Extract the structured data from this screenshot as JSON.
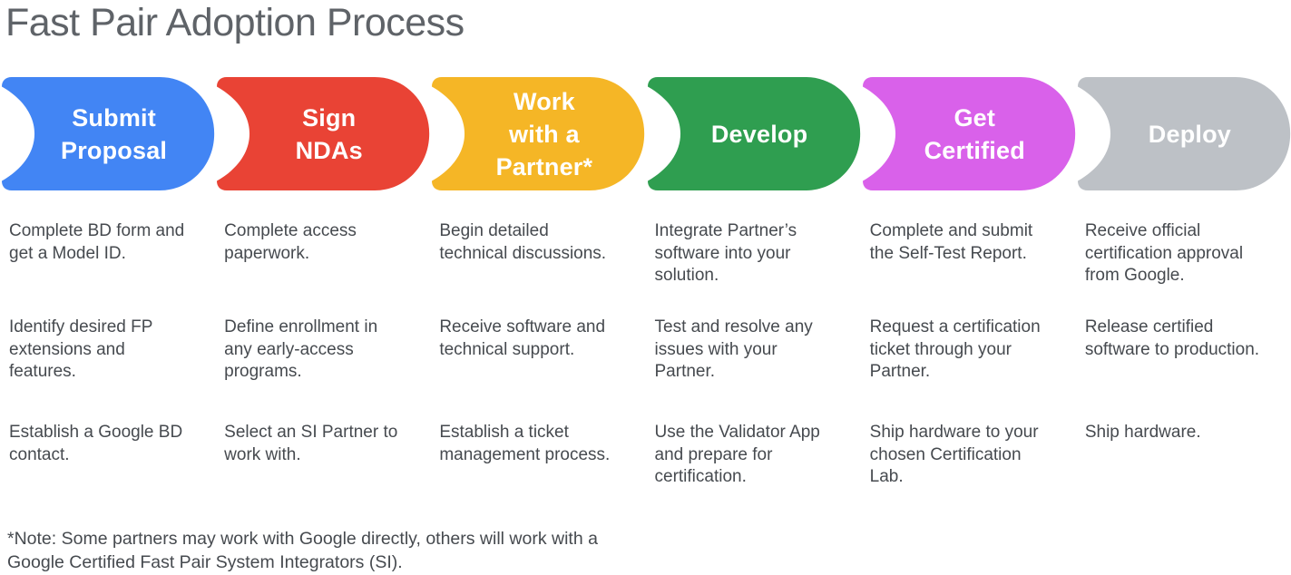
{
  "title": "Fast Pair Adoption Process",
  "stages": [
    {
      "label": "Submit Proposal",
      "label_lines": [
        "Submit",
        "Proposal"
      ],
      "color": "#4285F4",
      "items": [
        "Complete BD form and get a Model ID.",
        "Identify desired FP extensions and features.",
        "Establish a Google BD contact."
      ]
    },
    {
      "label": "Sign NDAs",
      "label_lines": [
        "Sign",
        "NDAs"
      ],
      "color": "#E94335",
      "items": [
        "Complete access paperwork.",
        "Define enrollment in any early-access programs.",
        "Select an SI Partner to work with."
      ]
    },
    {
      "label": "Work with a Partner*",
      "label_lines": [
        "Work",
        "with a",
        "Partner*"
      ],
      "color": "#F5B626",
      "items": [
        "Begin detailed technical discussions.",
        "Receive software and technical support.",
        "Establish a ticket management process."
      ]
    },
    {
      "label": "Develop",
      "label_lines": [
        "Develop"
      ],
      "color": "#2F9E50",
      "items": [
        "Integrate Partner’s software into your solution.",
        "Test and resolve any issues with your Partner.",
        "Use the Validator App and prepare for certification."
      ]
    },
    {
      "label": "Get Certified",
      "label_lines": [
        "Get",
        "Certified"
      ],
      "color": "#D961EA",
      "items": [
        "Complete and submit the Self-Test Report.",
        "Request a certification ticket through your Partner.",
        "Ship hardware to your chosen Certification Lab."
      ]
    },
    {
      "label": "Deploy",
      "label_lines": [
        "Deploy"
      ],
      "color": "#BDC1C6",
      "items": [
        "Receive official certification approval from Google.",
        "Release certified software to production.",
        "Ship hardware."
      ]
    }
  ],
  "footnote_lines": [
    "*Note: Some partners may work with Google directly, others will work with a",
    "Google Certified Fast Pair System Integrators (SI)."
  ]
}
